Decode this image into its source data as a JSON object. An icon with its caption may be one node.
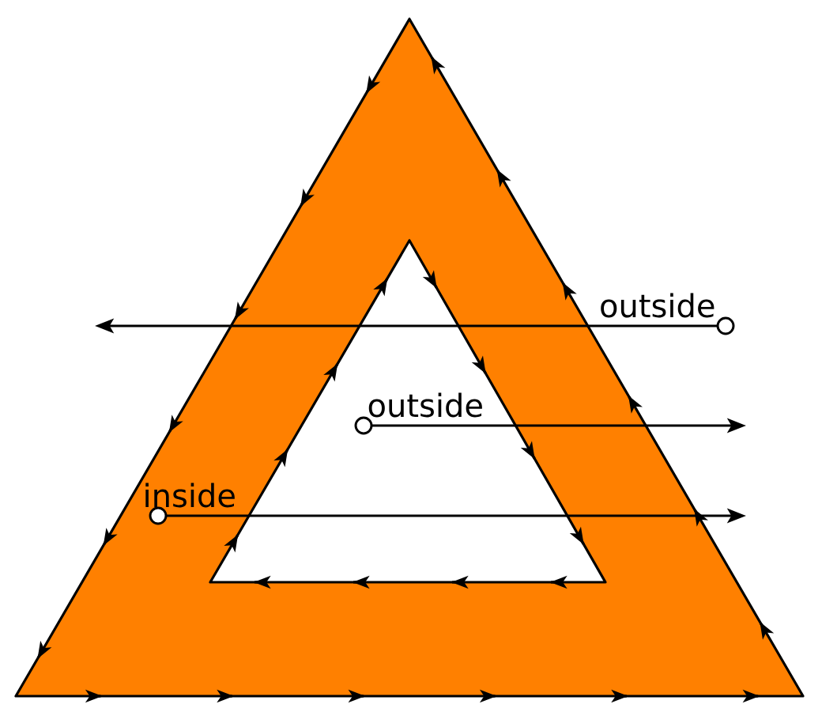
{
  "diagram": {
    "nodes": [
      {
        "text": [],
        "shape": "circle",
        "beside": [
          "outside"
        ]
      },
      {
        "text": [],
        "shape": "circle",
        "beside": [
          "outside"
        ]
      },
      {
        "text": [],
        "shape": "circle",
        "beside": [
          "inside"
        ]
      }
    ],
    "edges": [
      {
        "from": 0,
        "to": null,
        "arrow": "to"
      },
      {
        "from": 1,
        "to": null,
        "arrow": "to"
      },
      {
        "from": 2,
        "to": null,
        "arrow": "to"
      }
    ]
  }
}
